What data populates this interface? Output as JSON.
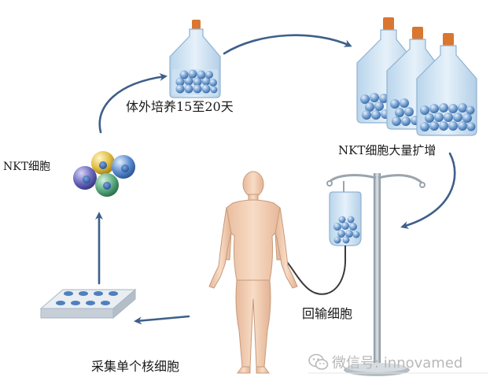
{
  "labels": {
    "culture": "体外培养15至20天",
    "nkt_cells": "NKT细胞",
    "expansion": "NKT细胞大量扩增",
    "reinfusion": "回输细胞",
    "collection": "采集单个核细胞"
  },
  "watermark": {
    "text": "微信号: innovamed",
    "icon": "wechat-icon"
  },
  "colors": {
    "arrow": "#3e5f8a",
    "cell_blue": "#6f9fd2",
    "flask_body": "#cfe2f2",
    "cap": "#d9762f",
    "skin": "#f2cdb0",
    "pole": "#9aa4ad"
  }
}
